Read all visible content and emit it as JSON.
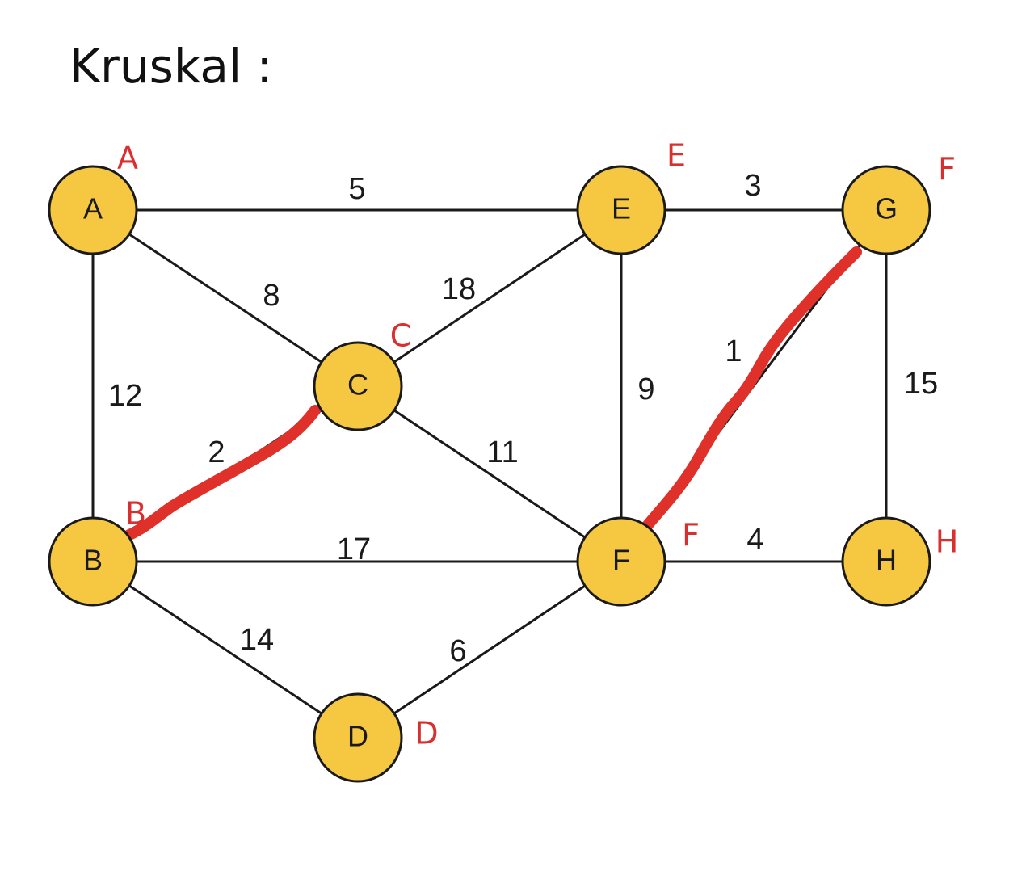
{
  "title": "Kruskal :",
  "colors": {
    "node_fill": "#f6c842",
    "node_stroke": "#1a1a1a",
    "edge": "#1a1a1a",
    "highlight": "#e0302a",
    "annotation": "#d9302f"
  },
  "nodes": [
    {
      "id": "A",
      "label": "A",
      "annotation": "A"
    },
    {
      "id": "B",
      "label": "B",
      "annotation": "B"
    },
    {
      "id": "C",
      "label": "C",
      "annotation": "C"
    },
    {
      "id": "D",
      "label": "D",
      "annotation": "D"
    },
    {
      "id": "E",
      "label": "E",
      "annotation": "E"
    },
    {
      "id": "F",
      "label": "F",
      "annotation": "F"
    },
    {
      "id": "G",
      "label": "G",
      "annotation": "F"
    },
    {
      "id": "H",
      "label": "H",
      "annotation": "H"
    }
  ],
  "edges": [
    {
      "from": "A",
      "to": "E",
      "weight": "5",
      "selected": false
    },
    {
      "from": "A",
      "to": "C",
      "weight": "8",
      "selected": false
    },
    {
      "from": "A",
      "to": "B",
      "weight": "12",
      "selected": false
    },
    {
      "from": "C",
      "to": "E",
      "weight": "18",
      "selected": false
    },
    {
      "from": "B",
      "to": "C",
      "weight": "2",
      "selected": true
    },
    {
      "from": "C",
      "to": "F",
      "weight": "11",
      "selected": false
    },
    {
      "from": "E",
      "to": "F",
      "weight": "9",
      "selected": false
    },
    {
      "from": "E",
      "to": "G",
      "weight": "3",
      "selected": false
    },
    {
      "from": "F",
      "to": "G",
      "weight": "1",
      "selected": true
    },
    {
      "from": "G",
      "to": "H",
      "weight": "15",
      "selected": false
    },
    {
      "from": "B",
      "to": "F",
      "weight": "17",
      "selected": false
    },
    {
      "from": "F",
      "to": "H",
      "weight": "4",
      "selected": false
    },
    {
      "from": "B",
      "to": "D",
      "weight": "14",
      "selected": false
    },
    {
      "from": "D",
      "to": "F",
      "weight": "6",
      "selected": false
    }
  ]
}
